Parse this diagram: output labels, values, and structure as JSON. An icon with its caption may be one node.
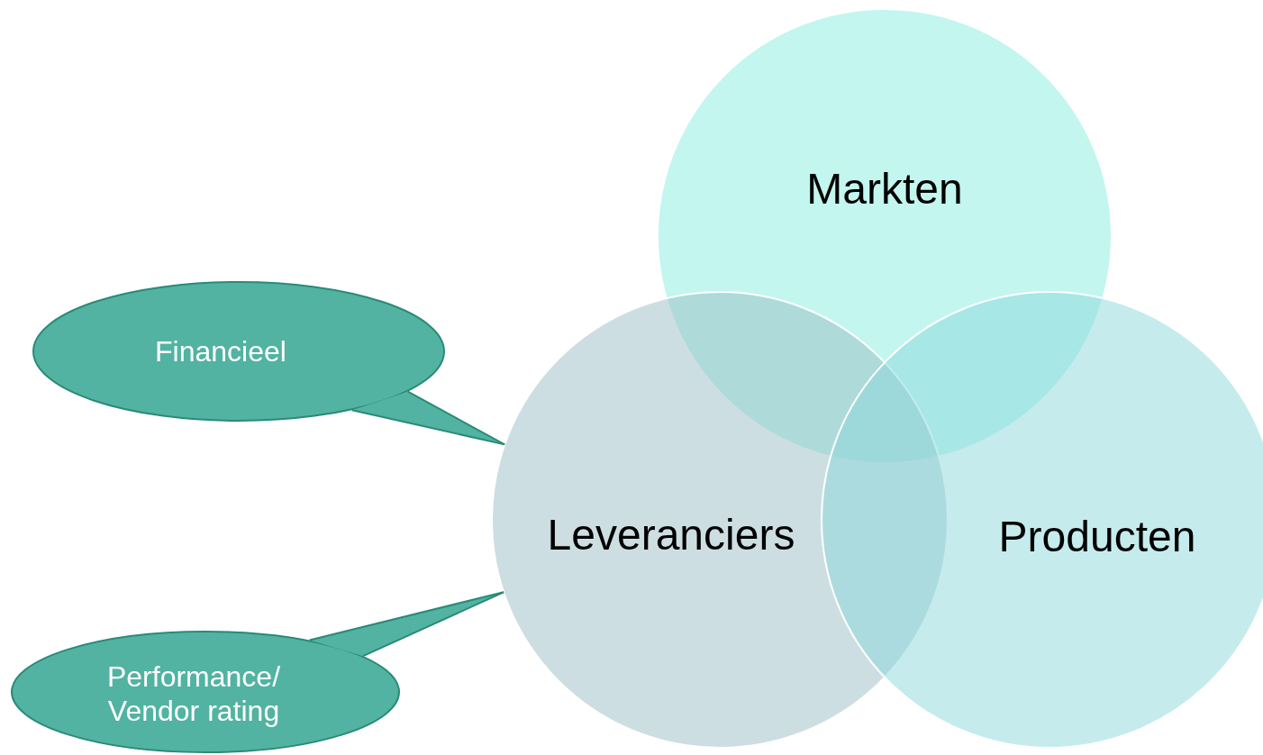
{
  "diagram": {
    "nodes": [
      {
        "text": [
          "Markten"
        ]
      },
      {
        "text": [
          "Financieel"
        ]
      },
      {
        "text": [
          "Leveranciers"
        ]
      },
      {
        "text": [
          "Producten"
        ]
      },
      {
        "text": [
          "Performance/ Vendor rating"
        ]
      }
    ],
    "edges": [
      {
        "from": 1,
        "to": 2,
        "arrow": "none"
      },
      {
        "from": 4,
        "to": 2,
        "arrow": "none"
      }
    ]
  }
}
